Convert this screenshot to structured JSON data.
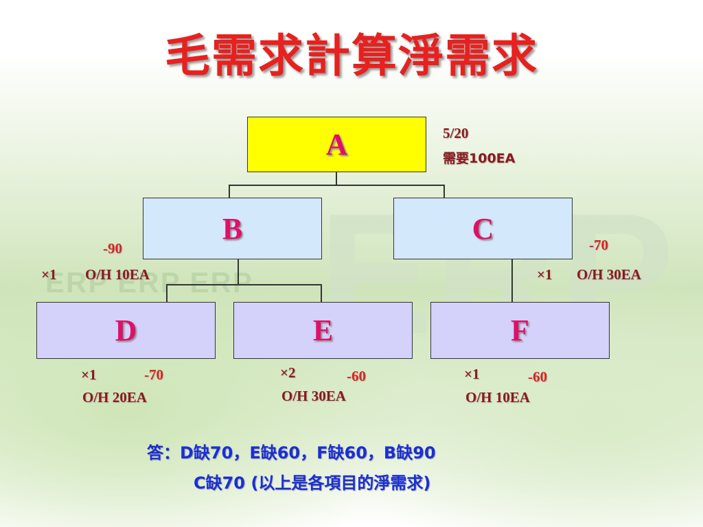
{
  "title": "毛需求計算淨需求",
  "watermark": {
    "big": "ERP",
    "small": "ERP ERP ERP"
  },
  "nodes": {
    "A": "A",
    "B": "B",
    "C": "C",
    "D": "D",
    "E": "E",
    "F": "F"
  },
  "labels": {
    "A_date": "5/20",
    "A_need": "需要100EA",
    "B_net": "-90",
    "B_mult": "×1",
    "B_oh": "O/H  10EA",
    "C_net": "-70",
    "C_mult": "×1",
    "C_oh": "O/H  30EA",
    "D_mult": "×1",
    "D_net": "-70",
    "D_oh": "O/H  20EA",
    "E_mult": "×2",
    "E_net": "-60",
    "E_oh": "O/H  30EA",
    "F_mult": "×1",
    "F_net": "-60",
    "F_oh": "O/H  10EA"
  },
  "answer": {
    "line1": "答：D缺70，E缺60，F缺60，B缺90",
    "line2": "C缺70  (以上是各項目的淨需求)"
  },
  "colors": {
    "title": "#e8201e",
    "node_text": "#e0106a",
    "box_A": "#ffff00",
    "box_BC": "#d3e8fb",
    "box_DEF": "#d4d1fb",
    "label": "#8b1a1a",
    "answer": "#1a2fd6"
  }
}
